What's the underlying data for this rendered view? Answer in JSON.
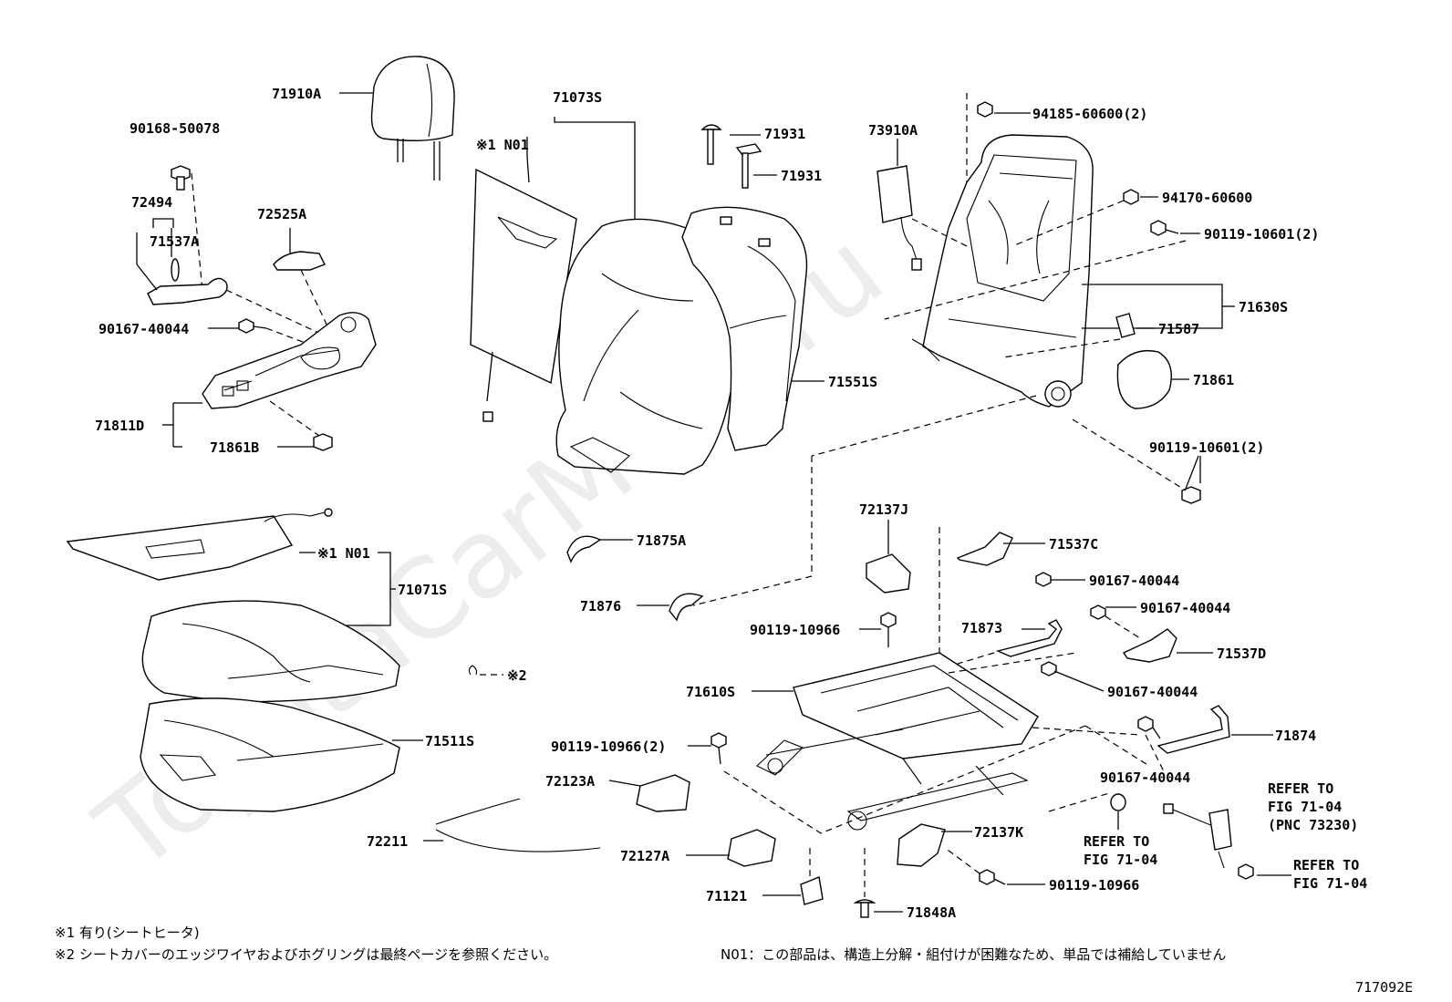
{
  "watermark": "ToyotaCarMine.ru",
  "diagram_code": "717092E",
  "labels": {
    "l71910A": "71910A",
    "l90168": "90168-50078",
    "l72494": "72494",
    "l71537A": "71537A",
    "l72525A": "72525A",
    "l90167a": "90167-40044",
    "l71811D": "71811D",
    "l71861B": "71861B",
    "l71073S": "71073S",
    "lN01a": "※1 N01",
    "l71931a": "71931",
    "l71931b": "71931",
    "l71551S": "71551S",
    "l73910A": "73910A",
    "l94185": "94185-60600(2)",
    "l94170": "94170-60600",
    "l90119a": "90119-10601(2)",
    "l71630S": "71630S",
    "l71587": "71587",
    "l71861": "71861",
    "l90119b": "90119-10601(2)",
    "lN01b": "※1 N01",
    "l71071S": "71071S",
    "l71875A": "71875A",
    "l71876": "71876",
    "lmark2": "※2",
    "l71511S": "71511S",
    "l72211": "72211",
    "l72137J": "72137J",
    "l71537C": "71537C",
    "l90167b": "90167-40044",
    "l90167c": "90167-40044",
    "l90119c": "90119-10966",
    "l71873": "71873",
    "l71537D": "71537D",
    "l71610S": "71610S",
    "l90167d": "90167-40044",
    "l90119d": "90119-10966(2)",
    "l71874": "71874",
    "l90167e": "90167-40044",
    "l72123A": "72123A",
    "l72127A": "72127A",
    "l72137K": "72137K",
    "l71121": "71121",
    "l71848A": "71848A",
    "l90119e": "90119-10966",
    "refer1a": "REFER TO",
    "refer1b": "FIG 71-04",
    "refer1c": "(PNC 73230)",
    "refer2a": "REFER TO",
    "refer2b": "FIG 71-04",
    "refer3a": "REFER TO",
    "refer3b": "FIG 71-04"
  },
  "notes": {
    "note1": "※1 有り(シートヒータ)",
    "note2": "※2 シートカバーのエッジワイヤおよびホグリングは最終ページを参照ください。",
    "note3": "N01：この部品は、構造上分解・組付けが困難なため、単品では補給していません"
  }
}
